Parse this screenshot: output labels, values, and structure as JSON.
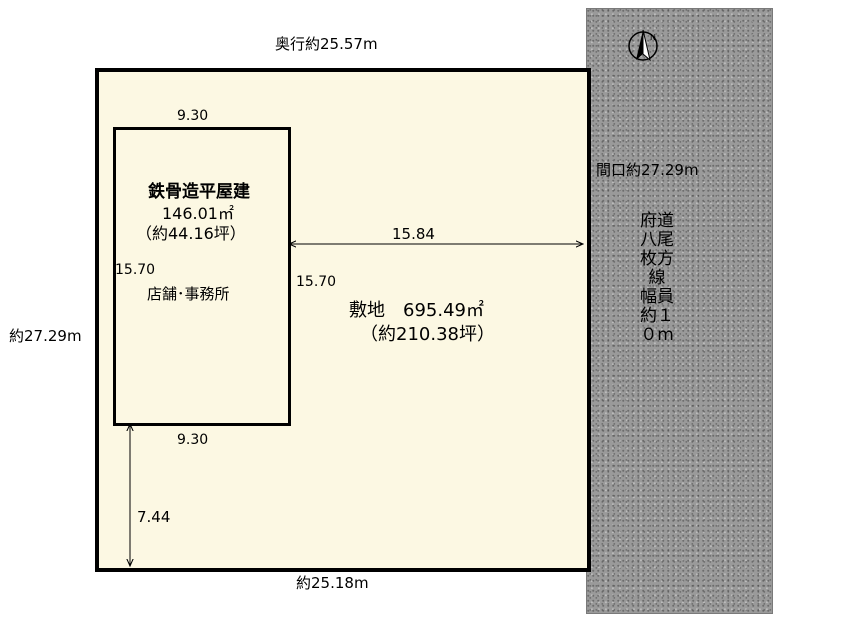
{
  "labels": {
    "depth_top": "奥行約25.57m",
    "frontage": "間口約27.29m",
    "left_side": "約27.29m",
    "bottom_side": "約25.18m",
    "bldg_top": "9.30",
    "bldg_bottom": "9.30",
    "bldg_left": "15.70",
    "bldg_right": "15.70",
    "to_road": "15.84",
    "to_bottom": "7.44"
  },
  "building": {
    "type": "鉄骨造平屋建",
    "area": "146.01㎡",
    "tsubo": "（約44.16坪）",
    "use": "店舗･事務所"
  },
  "site": {
    "line1": "敷地　695.49㎡",
    "line2": "（約210.38坪）"
  },
  "road": {
    "name": "府道　八尾枚方線　幅員約１０m",
    "color": "#9a9a9a"
  },
  "compass": {
    "label": "N"
  }
}
